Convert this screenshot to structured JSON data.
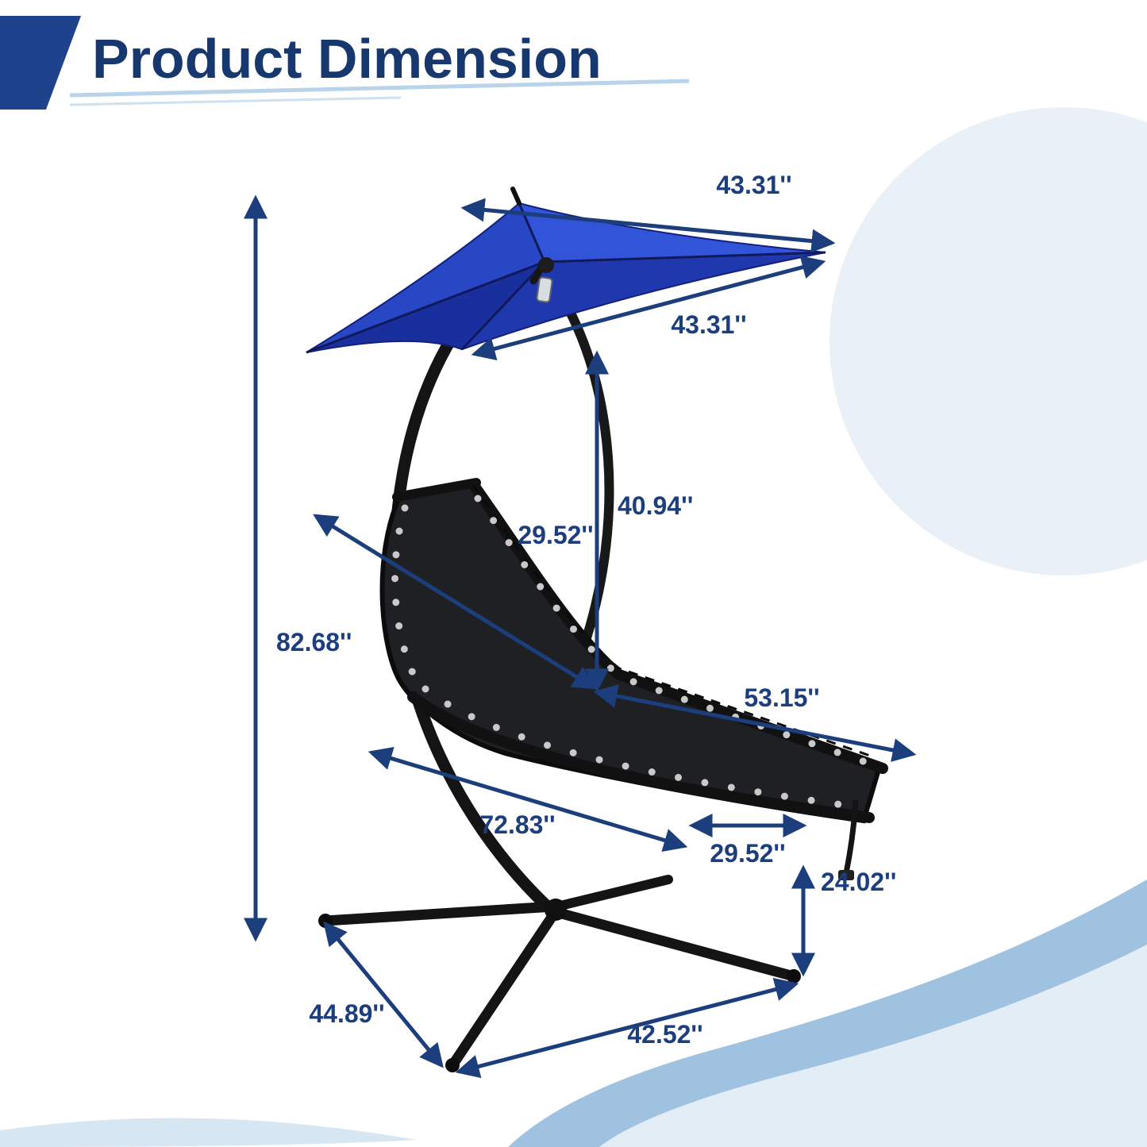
{
  "header": {
    "title": "Product Dimension"
  },
  "illustration": "hanging-chaise-lounge-chair-with-canopy-and-stand",
  "dimensions": {
    "canopy_width": "43.31''",
    "canopy_depth": "43.31''",
    "canopy_to_seat": "40.94''",
    "backrest_width": "29.52''",
    "overall_height": "82.68''",
    "seat_length": "53.15''",
    "overall_depth": "72.83''",
    "seat_width": "29.52''",
    "seat_height": "24.02''",
    "base_leg_span": "44.89''",
    "base_width": "42.52''"
  },
  "colors": {
    "title_navy": "#17386e",
    "dimension_navy": "#1c3e7c",
    "canopy_blue": "#2847c5",
    "frame_black": "#141414",
    "decor_circle": "#e9f0f7",
    "decor_wave_dark": "#9fc2e0",
    "decor_wave_light": "#e2edf6"
  }
}
